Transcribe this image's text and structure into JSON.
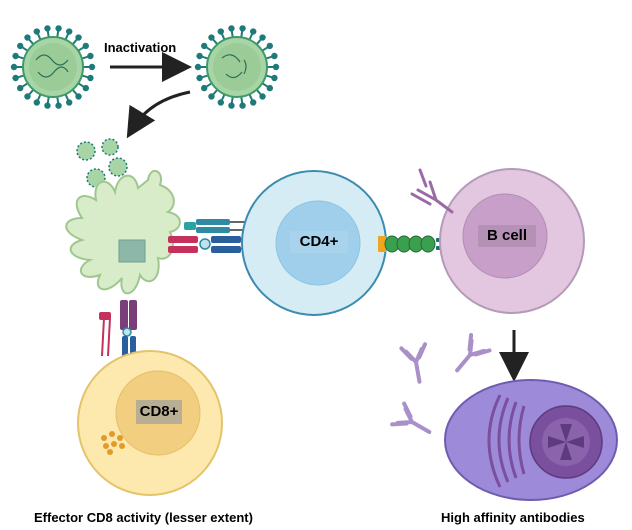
{
  "labels": {
    "inactivation": "Inactivation",
    "cd4": "CD4+",
    "b_cell": "B cell",
    "cd8": "CD8+",
    "cd8_activity": "Effector CD8 activity (lesser extent)",
    "antibodies": "High affinity antibodies"
  },
  "colors": {
    "virus_fill": "#a8d5a6",
    "virus_spike": "#1f7a7a",
    "dendritic_cell": "#d8ecc9",
    "cd4_cell": "#d6ecf5",
    "cd4_nucleus": "#9fcfea",
    "b_cell": "#e3c7e1",
    "b_nucleus": "#c79fc9",
    "cd8_cell": "#fde9ad",
    "cd8_nucleus": "#f2cf80",
    "plasma_cell": "#9d8ad8",
    "antibody": "#a990c8",
    "arrow": "#222222"
  }
}
